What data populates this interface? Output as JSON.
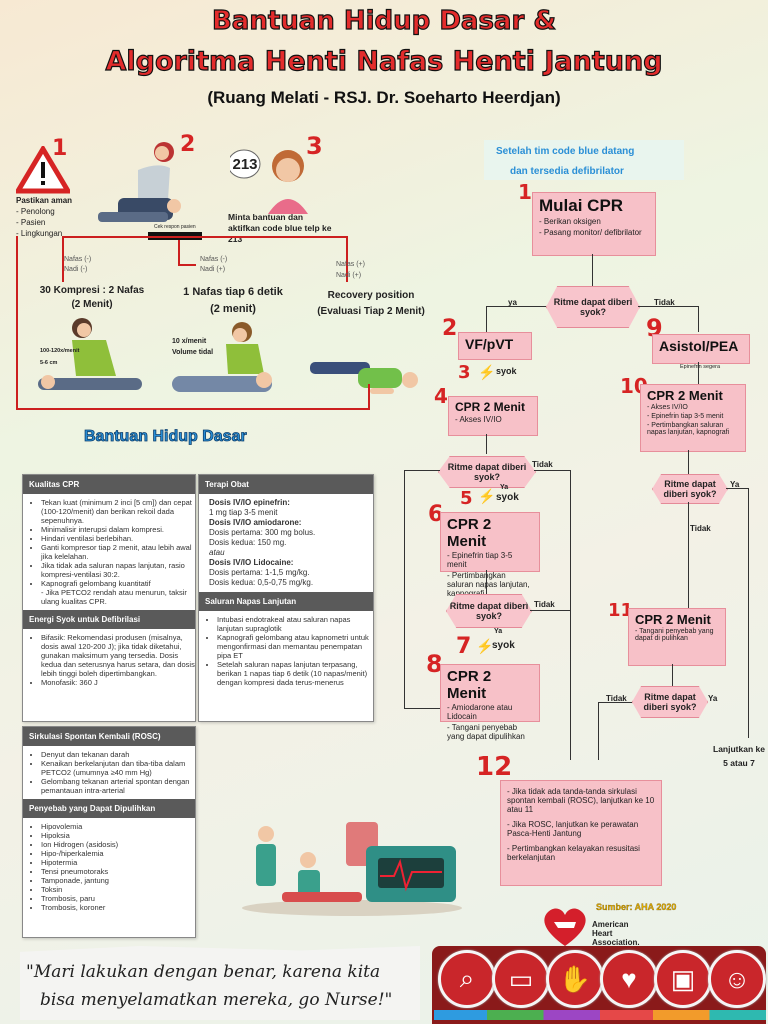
{
  "header": {
    "title_line1": "Bantuan Hidup Dasar &",
    "title_line2": "Algoritma Henti Nafas Henti Jantung",
    "subtitle": "(Ruang Melati - RSJ. Dr. Soeharto Heerdjan)"
  },
  "bls": {
    "step1_num": "1",
    "step1_heading": "Pastikan aman",
    "step1_items": [
      "- Penolong",
      "- Pasien",
      "- Lingkungan"
    ],
    "step2_num": "2",
    "step3_num": "3",
    "phone_number": "213",
    "step3_text": "Minta bantuan dan aktifkan code blue telp ke 213",
    "check_label": "Cek respon pasien",
    "branch_a_nafas": "Nafas (-)",
    "branch_a_nadi": "Nadi (-)",
    "branch_b_nafas": "Nafas (-)",
    "branch_b_nadi": "Nadi (+)",
    "branch_c_nafas": "Nafas (+)",
    "branch_c_nadi": "Nadi (+)",
    "compress_text_1": "30 Kompresi : 2 Nafas",
    "compress_text_2": "(2 Menit)",
    "breath_text_1": "1 Nafas tiap 6 detik",
    "breath_text_2": "(2 menit)",
    "recovery_text_1": "Recovery position",
    "recovery_text_2": "(Evaluasi Tiap 2 Menit)",
    "rate_label": "100-120x/menit",
    "depth_label": "5-6 cm",
    "vent_label_1": "10 x/menit",
    "vent_label_2": "Volume tidal",
    "banner": "Bantuan Hidup Dasar"
  },
  "acls": {
    "intro_1": "Setelah tim code blue datang",
    "intro_2": "dan tersedia defibrilator",
    "s1_num": "1",
    "s1_title": "Mulai CPR",
    "s1_items": [
      "- Berikan oksigen",
      "- Pasang monitor/ defibrilator"
    ],
    "q1": "Ritme dapat diberi syok?",
    "ya": "ya",
    "tidak": "Tidak",
    "s2_num": "2",
    "s2_title": "VF/pVT",
    "s3_num": "3",
    "s3_text": "syok",
    "s4_num": "4",
    "s4_title": "CPR 2 Menit",
    "s4_items": [
      "- Akses IV/IO"
    ],
    "q2": "Ritme dapat diberi syok?",
    "q2_ya": "Ya",
    "q2_tidak": "Tidak",
    "s5_num": "5",
    "s5_text": "syok",
    "s6_num": "6",
    "s6_title": "CPR 2 Menit",
    "s6_items": [
      "- Epinefrin tiap 3-5 menit",
      "- Pertimbangkan saluran napas lanjutan, kapnografi"
    ],
    "q3": "Ritme dapat diberi syok?",
    "q3_ya": "Ya",
    "q3_tidak": "Tidak",
    "s7_num": "7",
    "s7_text": "syok",
    "s8_num": "8",
    "s8_title": "CPR 2 Menit",
    "s8_items": [
      "- Amiodarone atau Lidocain",
      "- Tangani penyebab yang dapat dipulihkan"
    ],
    "s9_num": "9",
    "s9_title": "Asistol/PEA",
    "s9_note": "Epinefrin segera",
    "s10_num": "10",
    "s10_title": "CPR 2 Menit",
    "s10_items": [
      "- Akses IV/IO",
      "- Epinefrin tiap 3-5 menit",
      "- Pertimbangkan saluran napas lanjutan, kapnografi"
    ],
    "q4": "Ritme dapat diberi syok?",
    "q4_ya": "Ya",
    "q4_tidak": "Tidak",
    "s11_num": "11",
    "s11_title": "CPR 2 Menit",
    "s11_items": [
      "- Tangani penyebab yang dapat di pulihkan"
    ],
    "q5": "Ritme dapat diberi syok?",
    "q5_ya": "Ya",
    "q5_tidak": "Tidak",
    "continue_text": "Lanjutkan ke 5 atau 7",
    "s12_num": "12",
    "s12_items": [
      "- Jika tidak ada tanda-tanda sirkulasi spontan kembali (ROSC), lanjutkan ke 10 atau 11",
      "- Jika ROSC, lanjutkan ke perawatan Pasca-Henti Jantung",
      "- Pertimbangkan kelayakan resusitasi berkelanjutan"
    ]
  },
  "panels": {
    "quality_title": "Kualitas CPR",
    "quality_items": [
      "Tekan kuat (minimum 2 inci [5 cm]) dan cepat (100-120/menit) dan berikan rekoil dada sepenuhnya.",
      "Minimalisir interupsi dalam kompresi.",
      "Hindari ventilasi berlebihan.",
      "Ganti kompresor tiap 2 menit, atau lebih awal jika kelelahan.",
      "Jika tidak ada saluran napas lanjutan, rasio kompresi-ventilasi 30:2.",
      "Kapnografi gelombang kuantitatif",
      "- Jika PETCO2 rendah atau menurun, taksir ulang kualitas CPR."
    ],
    "energy_title": "Energi Syok untuk Defibrilasi",
    "energy_items": [
      "Bifasik: Rekomendasi produsen (misalnya, dosis awal 120-200 J); jika tidak diketahui, gunakan maksimum yang tersedia. Dosis kedua dan seterusnya harus setara, dan dosis lebih tinggi boleh dipertimbangkan.",
      "Monofasik: 360 J"
    ],
    "drug_title": "Terapi Obat",
    "drug_items": [
      "Dosis IV/IO epinefrin:",
      "1 mg tiap 3-5 menit",
      "Dosis IV/IO amiodarone:",
      "Dosis pertama: 300 mg bolus.",
      "Dosis kedua: 150 mg.",
      "atau",
      "Dosis IV/IO Lidocaine:",
      "Dosis pertama: 1-1,5 mg/kg.",
      "Dosis kedua: 0,5-0,75 mg/kg."
    ],
    "airway_title": "Saluran Napas Lanjutan",
    "airway_items": [
      "Intubasi endotrakeal atau saluran napas lanjutan supraglotik",
      "Kapnografi gelombang atau kapnometri untuk mengonfirmasi dan memantau penempatan pipa ET",
      "Setelah saluran napas lanjutan terpasang, berikan 1 napas tiap 6 detik (10 napas/menit) dengan kompresi dada terus-menerus"
    ],
    "rosc_title": "Sirkulasi Spontan Kembali (ROSC)",
    "rosc_items": [
      "Denyut dan tekanan darah",
      "Kenaikan berkelanjutan dan tiba-tiba dalam PETCO2 (umumnya ≥40 mm Hg)",
      "Gelombang tekanan arterial spontan dengan pemantauan intra-arterial"
    ],
    "causes_title": "Penyebab yang Dapat Dipulihkan",
    "causes_items": [
      "Hipovolemia",
      "Hipoksia",
      "Ion Hidrogen (asidosis)",
      "Hipo-/hiperkalemia",
      "Hipotermia",
      "Tensi pneumotoraks",
      "Tamponade, jantung",
      "Toksin",
      "Trombosis, paru",
      "Trombosis, koroner"
    ]
  },
  "footer": {
    "quote_line1": "\"Mari lakukan dengan benar, karena kita",
    "quote_line2": "bisa menyelamatkan mereka, go Nurse!\"",
    "source": "Sumber: AHA 2020",
    "aha_line1": "American",
    "aha_line2": "Heart",
    "aha_line3": "Association."
  },
  "icons": [
    "search-icon",
    "tablet-icon",
    "hands-cpr-icon",
    "heart-shock-icon",
    "monitor-icon",
    "team-icon"
  ],
  "colors": {
    "accent_red": "#d62424",
    "box_pink": "#f7c1c8",
    "banner_blue": "#2a8fd6",
    "dark_red": "#8a1a1a"
  }
}
